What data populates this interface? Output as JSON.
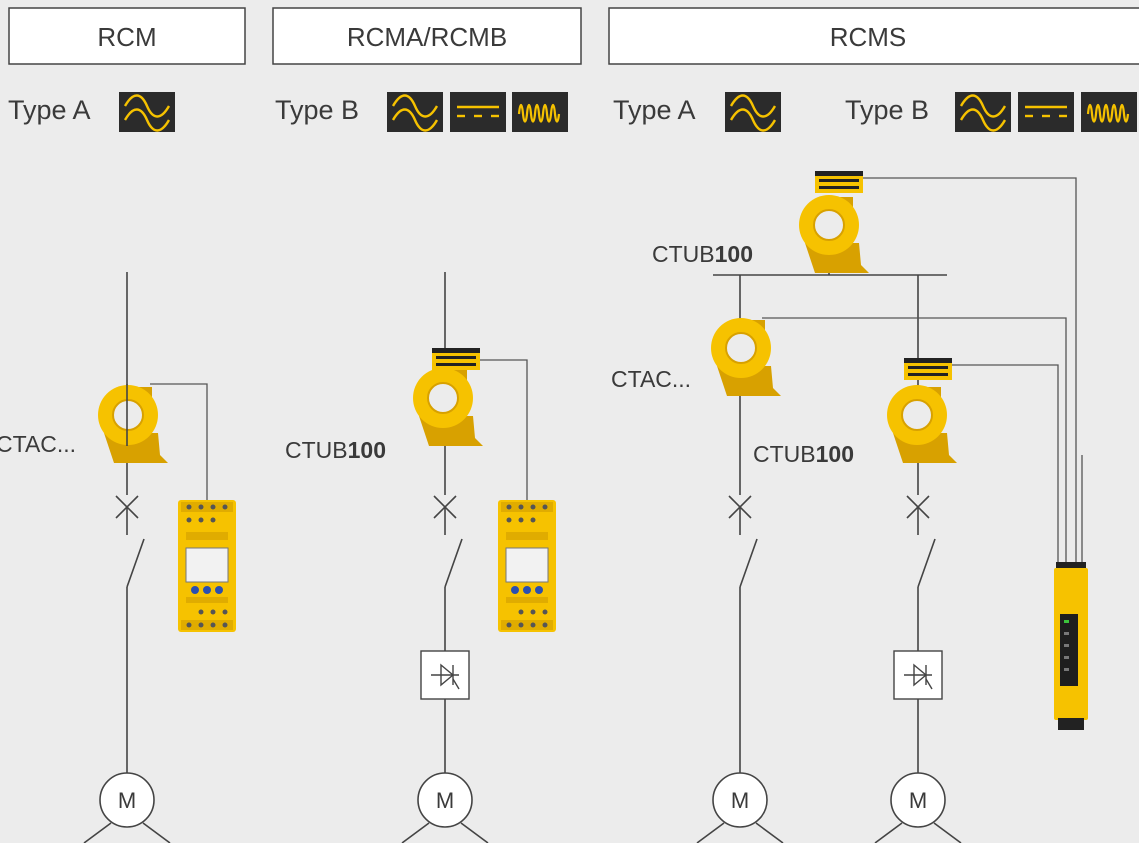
{
  "headers": {
    "rcm": "RCM",
    "rcmab": "RCMA/RCMB",
    "rcms": "RCMS"
  },
  "types": {
    "rcm": "Type A",
    "rcmab": "Type B",
    "rcms_a": "Type A",
    "rcms_b": "Type B"
  },
  "icons": [
    "ac-sine-icon",
    "dc-smooth-icon",
    "hf-ac-icon"
  ],
  "sensors": {
    "rcm": "CTAC...",
    "rcmab_base": "CTUB",
    "rcmab_bold": "100",
    "rcms_top_base": "CTUB",
    "rcms_top_bold": "100",
    "rcms_left": "CTAC...",
    "rcms_right_base": "CTUB",
    "rcms_right_bold": "100"
  },
  "motor_label": "M",
  "colors": {
    "background": "#ececec",
    "accent": "#f6c200",
    "icon_bg": "#2b2b2b",
    "line": "#444444"
  }
}
